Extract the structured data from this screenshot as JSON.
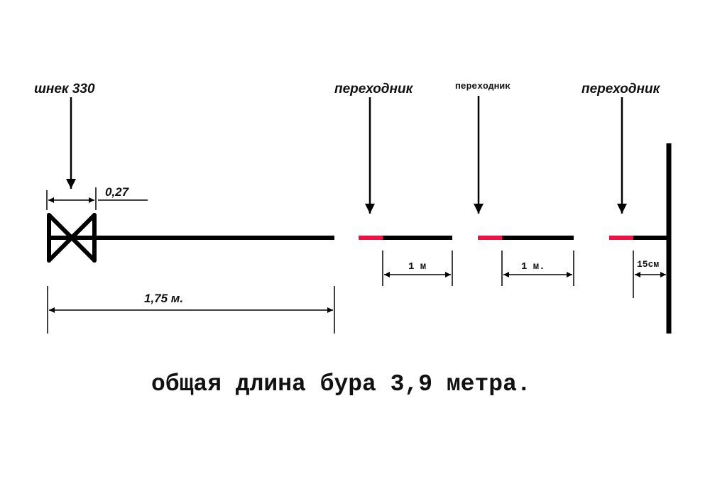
{
  "diagram": {
    "colors": {
      "line": "#000000",
      "adapter": "#ee1144",
      "background": "#ffffff"
    },
    "labels": {
      "auger": "шнек 330",
      "adapter_1": "переходник",
      "adapter_2": "переходник",
      "adapter_3": "переходник"
    },
    "dimensions": {
      "auger_width": "0,27",
      "first_rod": "1,75 м.",
      "segment_1": "1 м",
      "segment_2": "1 м.",
      "segment_3": "15см"
    },
    "total_length": "общая длина бура 3,9 метра."
  }
}
